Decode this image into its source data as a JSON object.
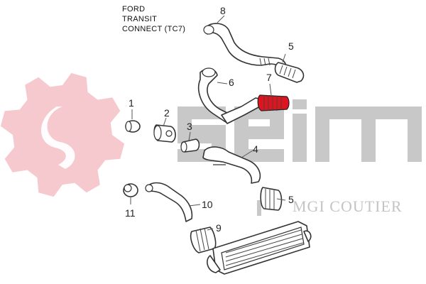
{
  "header": {
    "line1": "FORD",
    "line2": "TRANSIT",
    "line3": "CONNECT (TC7)"
  },
  "callouts": [
    {
      "id": "c1",
      "label": "1"
    },
    {
      "id": "c2",
      "label": "2"
    },
    {
      "id": "c3",
      "label": "3"
    },
    {
      "id": "c4",
      "label": "4"
    },
    {
      "id": "c5a",
      "label": "5"
    },
    {
      "id": "c5b",
      "label": "5"
    },
    {
      "id": "c6",
      "label": "6"
    },
    {
      "id": "c7",
      "label": "7"
    },
    {
      "id": "c8",
      "label": "8"
    },
    {
      "id": "c9",
      "label": "9"
    },
    {
      "id": "c10",
      "label": "10"
    },
    {
      "id": "c11",
      "label": "11"
    }
  ],
  "watermark": {
    "brand": "seim",
    "tagline": "MGI COUTIER"
  },
  "colors": {
    "highlight": "#e0141e",
    "gear": "#f6c9ce",
    "watermark_gray": "#c8c8c8"
  }
}
